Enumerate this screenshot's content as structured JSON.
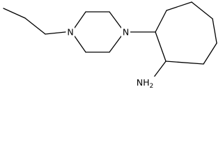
{
  "molecule": {
    "atoms": {
      "n_left": "N",
      "n_right": "N",
      "amine": "NH2"
    },
    "colors": {
      "bond": "#000000",
      "background": "#ffffff"
    }
  }
}
